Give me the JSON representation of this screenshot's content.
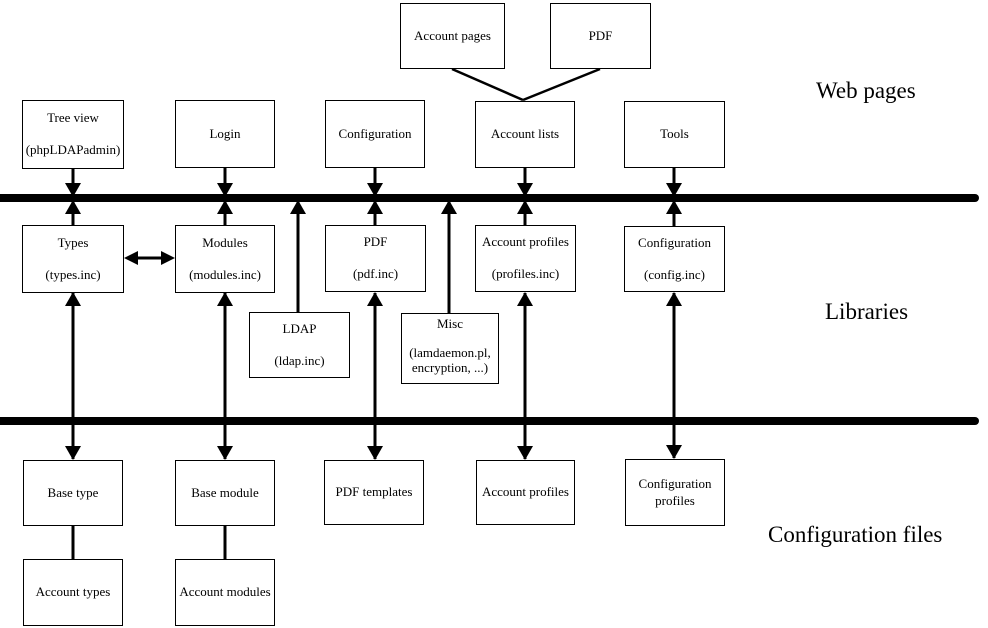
{
  "section_labels": {
    "web_pages": "Web pages",
    "libraries": "Libraries",
    "configuration_files": "Configuration files"
  },
  "boxes": {
    "account_pages": {
      "lines": [
        "Account pages"
      ]
    },
    "pdf_page": {
      "lines": [
        "PDF"
      ]
    },
    "tree_view": {
      "lines": [
        "Tree view",
        "(phpLDAPadmin)"
      ]
    },
    "login": {
      "lines": [
        "Login"
      ]
    },
    "configuration_page": {
      "lines": [
        "Configuration"
      ]
    },
    "account_lists": {
      "lines": [
        "Account lists"
      ]
    },
    "tools": {
      "lines": [
        "Tools"
      ]
    },
    "types": {
      "lines": [
        "Types",
        "(types.inc)"
      ]
    },
    "modules": {
      "lines": [
        "Modules",
        "(modules.inc)"
      ]
    },
    "pdf_lib": {
      "lines": [
        "PDF",
        "(pdf.inc)"
      ]
    },
    "account_profiles_lib": {
      "lines": [
        "Account profiles",
        "(profiles.inc)"
      ]
    },
    "configuration_lib": {
      "lines": [
        "Configuration",
        "(config.inc)"
      ]
    },
    "ldap": {
      "lines": [
        "LDAP",
        "(ldap.inc)"
      ]
    },
    "misc": {
      "lines": [
        "Misc",
        "(lamdaemon.pl,",
        "encryption, ...)"
      ]
    },
    "base_type": {
      "lines": [
        "Base type"
      ]
    },
    "base_module": {
      "lines": [
        "Base module"
      ]
    },
    "pdf_templates": {
      "lines": [
        "PDF templates"
      ]
    },
    "account_profiles_cfg": {
      "lines": [
        "Account profiles"
      ]
    },
    "configuration_profiles": {
      "lines": [
        "Configuration",
        "profiles"
      ]
    },
    "account_types": {
      "lines": [
        "Account types"
      ]
    },
    "account_modules": {
      "lines": [
        "Account modules"
      ]
    }
  },
  "colors": {
    "background": "#ffffff",
    "line": "#000000",
    "box_border": "#000000"
  }
}
